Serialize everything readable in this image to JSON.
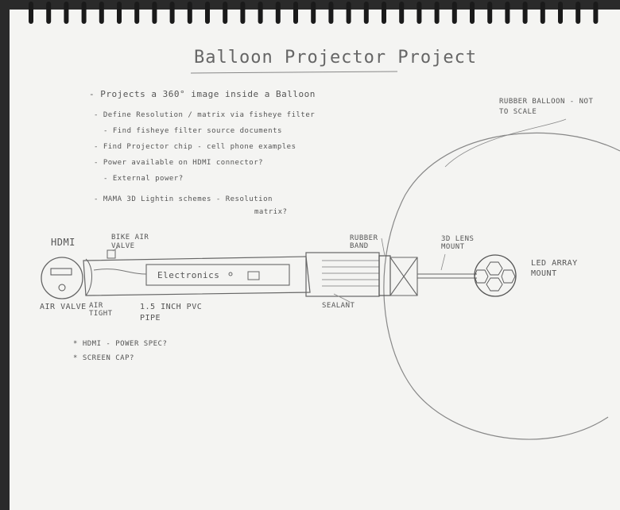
{
  "title": "Balloon Projector Project",
  "notes": [
    "- Projects a 360° image inside a Balloon",
    "- Define Resolution / matrix via fisheye filter",
    "- Find fisheye filter source documents",
    "- Find Projector chip - cell phone examples",
    "- Power available on HDMI connector?",
    "- External power?",
    "- MAMA 3D Lightin schemes - Resolution",
    "matrix?"
  ],
  "labels": {
    "hdmi": "HDMI",
    "bike_valve": "Bike air valve",
    "electronics": "Electronics",
    "air_valve": "AIR VALVE",
    "air_tight": "air tight",
    "pvc": "1.5 inch PVC PIPE",
    "rubber_band": "Rubber Band",
    "sealant": "Sealant",
    "lens_mount": "3D Lens mount",
    "led_array": "LED ARRAY mount",
    "rubber_balloon": "Rubber Balloon - not to scale"
  },
  "footnotes": [
    "* HDMI - POWER SPEC?",
    "* SCREEN CAP?"
  ],
  "colors": {
    "paper": "#f4f4f2",
    "pencil": "#555555",
    "binding": "#2a2a2a"
  }
}
